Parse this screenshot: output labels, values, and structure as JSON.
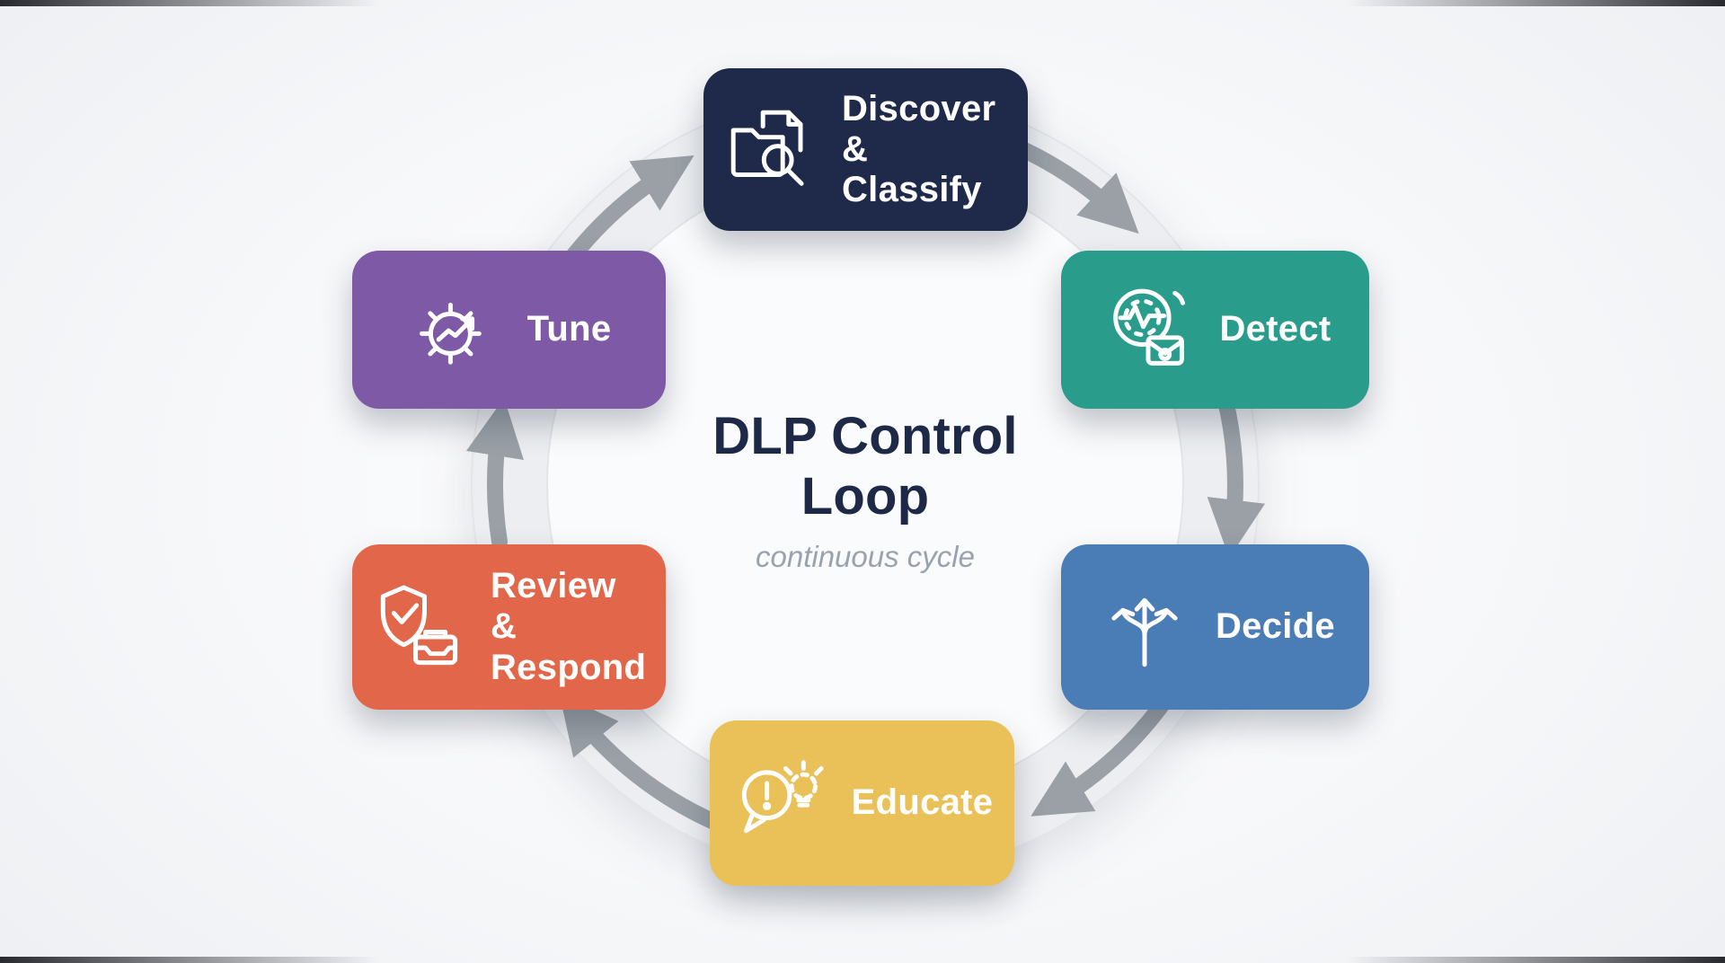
{
  "diagram": {
    "title": "DLP Control Loop",
    "subtitle": "continuous cycle",
    "title_color": "#1d2946",
    "subtitle_color": "#99a2ad",
    "ring_color": "#eceef1",
    "ring_edge_color": "#e2e5e9",
    "ring_fill_color": "#fafbfc",
    "arrow_color": "#9aa0a6",
    "stages": [
      {
        "label": "Discover\n& Classify",
        "color": "#1f2a4b",
        "icon": "folder-search-icon"
      },
      {
        "label": "Detect",
        "color": "#2a9c8c",
        "icon": "radar-detect-icon"
      },
      {
        "label": "Decide",
        "color": "#4a7cb5",
        "icon": "branch-arrows-icon"
      },
      {
        "label": "Educate",
        "color": "#e9c158",
        "icon": "bulb-alert-icon"
      },
      {
        "label": "Review &\nRespond",
        "color": "#e2674a",
        "icon": "shield-inbox-icon"
      },
      {
        "label": "Tune",
        "color": "#7e5aa6",
        "icon": "gear-trend-icon"
      }
    ]
  }
}
